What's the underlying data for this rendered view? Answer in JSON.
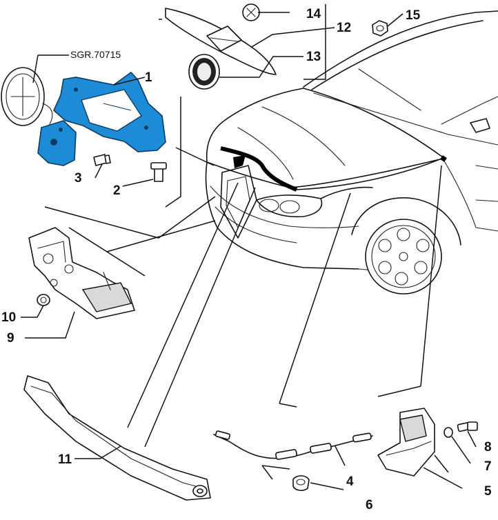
{
  "diagram": {
    "reference_code": "SGR.70715",
    "colors": {
      "highlight": "#1e8bd6",
      "line": "#111111",
      "background": "#ffffff"
    },
    "callouts": [
      {
        "id": "c1",
        "label": "1"
      },
      {
        "id": "c2",
        "label": "2"
      },
      {
        "id": "c3",
        "label": "3"
      },
      {
        "id": "c4",
        "label": "4"
      },
      {
        "id": "c5",
        "label": "5"
      },
      {
        "id": "c6",
        "label": "6"
      },
      {
        "id": "c7",
        "label": "7"
      },
      {
        "id": "c8",
        "label": "8"
      },
      {
        "id": "c9",
        "label": "9"
      },
      {
        "id": "c10",
        "label": "10"
      },
      {
        "id": "c11",
        "label": "11"
      },
      {
        "id": "c12",
        "label": "12"
      },
      {
        "id": "c13",
        "label": "13"
      },
      {
        "id": "c14",
        "label": "14"
      },
      {
        "id": "c15",
        "label": "15"
      }
    ]
  }
}
